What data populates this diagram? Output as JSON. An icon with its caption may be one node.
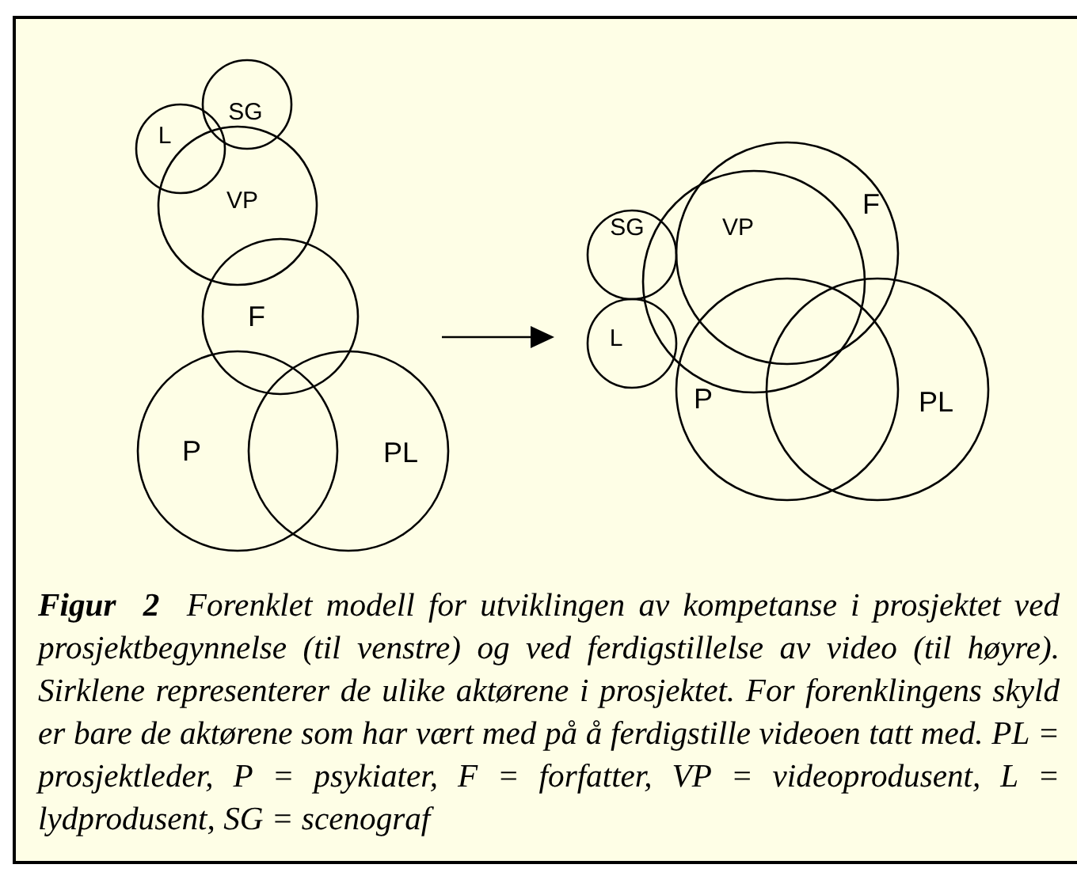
{
  "diagram": {
    "caption": "**Figur  2**  Forenklet modell for utviklingen av kompetanse i prosjektet ved prosjektbegynnelse (til venstre) og ved ferdigstillelse av video (til høyre). Sirklene representerer de ulike aktørene i prosjektet. For forenklingens skyld er bare de aktørene som har vært med på å ferdigstille videoen tatt med. PL = prosjektleder, P = psykiater, F = forfatter, VP = videoprodusent, L = lydprodusent, SG = scenograf",
    "nodes": [
      {
        "text": [
          "SG"
        ]
      },
      {
        "text": [
          "L"
        ]
      },
      {
        "text": [
          "VP"
        ]
      },
      {
        "text": [
          "F"
        ]
      },
      {
        "text": [
          "P"
        ]
      },
      {
        "text": [
          "PL"
        ]
      },
      {
        "text": [
          "SG"
        ]
      },
      {
        "text": [
          "VP"
        ]
      },
      {
        "text": [
          "F"
        ]
      },
      {
        "text": [
          "L"
        ]
      },
      {
        "text": [
          "P"
        ]
      },
      {
        "text": [
          "PL"
        ]
      }
    ],
    "edges": []
  }
}
